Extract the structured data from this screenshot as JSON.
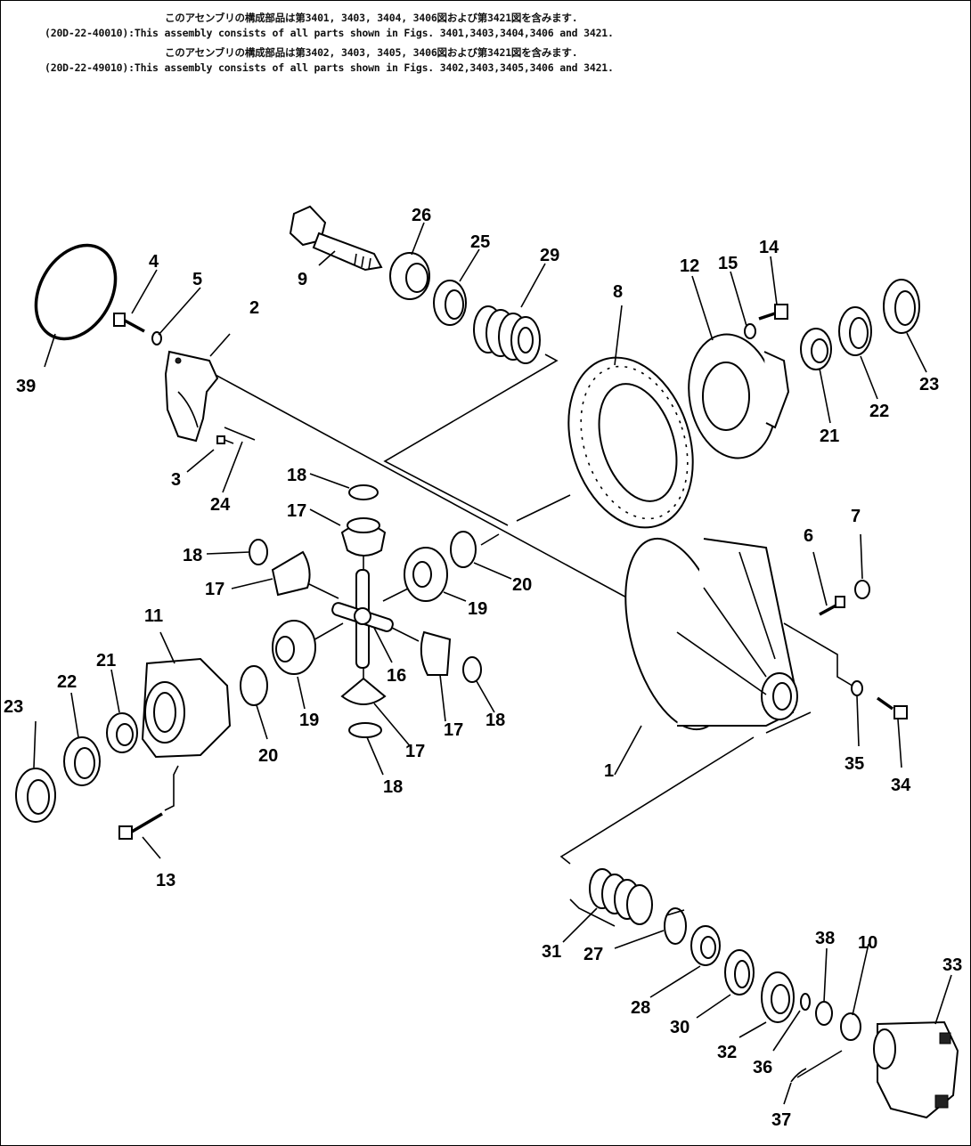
{
  "header": {
    "line1": "このアセンブリの構成部品は第3401, 3403, 3404, 3406図および第3421図を含みます.",
    "line2": "(20D-22-40010):This assembly consists of all parts shown in Figs. 3401,3403,3404,3406 and 3421.",
    "line3": "このアセンブリの構成部品は第3402, 3403, 3405, 3406図および第3421図を含みます.",
    "line4": "(20D-22-49010):This assembly consists of all parts shown in Figs. 3402,3403,3405,3406 and 3421."
  },
  "callouts": [
    "1",
    "2",
    "3",
    "4",
    "5",
    "6",
    "7",
    "8",
    "9",
    "10",
    "11",
    "12",
    "13",
    "14",
    "15",
    "16",
    "17",
    "17",
    "17",
    "17",
    "18",
    "18",
    "18",
    "18",
    "19",
    "19",
    "20",
    "20",
    "21",
    "21",
    "22",
    "22",
    "23",
    "23",
    "24",
    "25",
    "26",
    "27",
    "28",
    "29",
    "30",
    "31",
    "32",
    "33",
    "34",
    "35",
    "36",
    "37",
    "38",
    "39"
  ]
}
